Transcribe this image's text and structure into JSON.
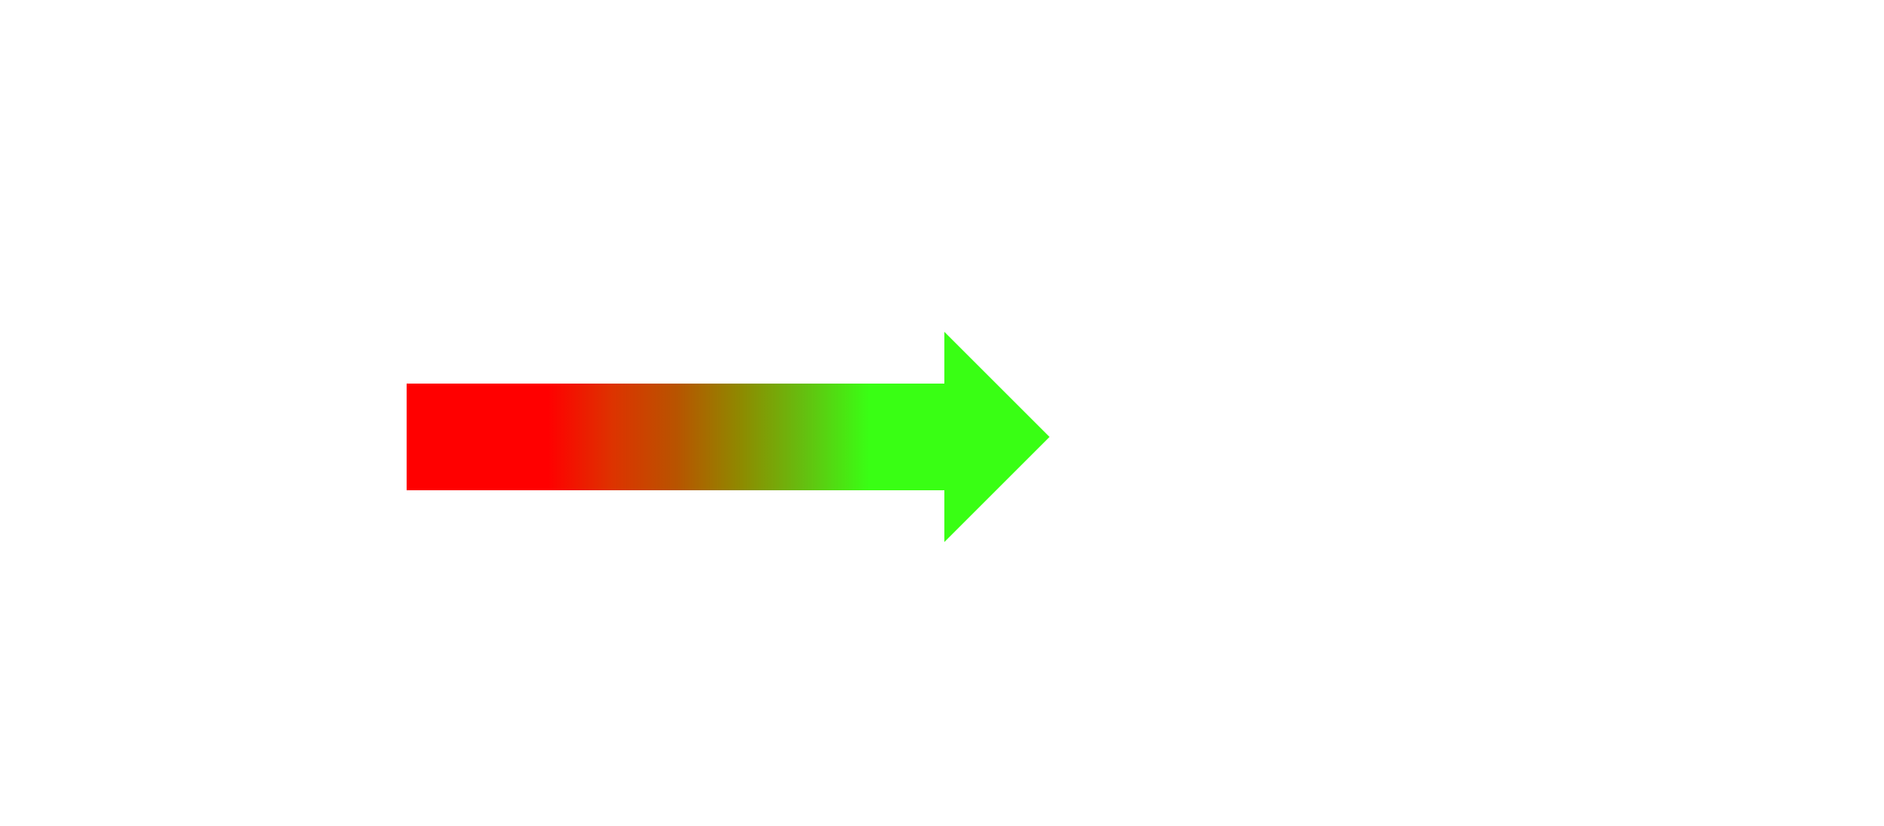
{
  "diagram": {
    "shape": "right-arrow",
    "gradient": {
      "direction": "left-to-right",
      "start_color": "#ff0000",
      "end_color": "#39ff14",
      "stops": [
        {
          "offset": 0.0,
          "color": "#ff0000"
        },
        {
          "offset": 0.22,
          "color": "#ff0000"
        },
        {
          "offset": 0.32,
          "color": "#dd3300"
        },
        {
          "offset": 0.42,
          "color": "#b85400"
        },
        {
          "offset": 0.52,
          "color": "#8e8a00"
        },
        {
          "offset": 0.62,
          "color": "#64c010"
        },
        {
          "offset": 0.72,
          "color": "#39ff14"
        },
        {
          "offset": 1.0,
          "color": "#39ff14"
        }
      ]
    },
    "background_color": "#ffffff"
  }
}
